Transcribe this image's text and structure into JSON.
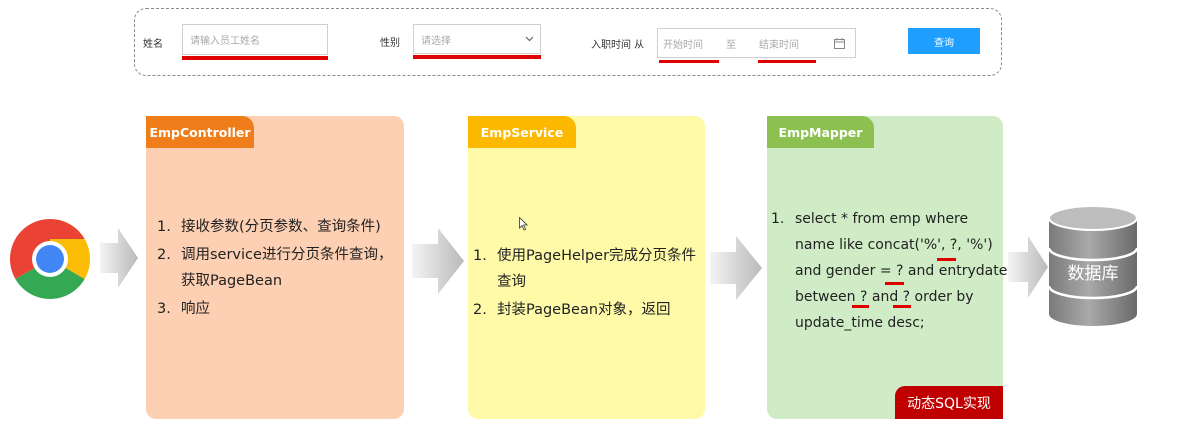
{
  "form": {
    "name_label": "姓名",
    "name_placeholder": "请输入员工姓名",
    "gender_label": "性别",
    "gender_placeholder": "请选择",
    "date_label": "入职时间 从",
    "start_placeholder": "开始时间",
    "range_sep": "至",
    "end_placeholder": "结束时间",
    "query_button": "查询"
  },
  "controller": {
    "title": "EmpController",
    "steps": [
      {
        "n": "1.",
        "t": "接收参数(分页参数、查询条件)"
      },
      {
        "n": "2.",
        "t": "调用service进行分页条件查询，获取PageBean"
      },
      {
        "n": "3.",
        "t": "响应"
      }
    ]
  },
  "service": {
    "title": "EmpService",
    "steps": [
      {
        "n": "1.",
        "t": "使用PageHelper完成分页条件查询"
      },
      {
        "n": "2.",
        "t": "封装PageBean对象，返回"
      }
    ]
  },
  "mapper": {
    "title": "EmpMapper",
    "num": "1.",
    "sql_lines": [
      "select * from emp where",
      "name like concat('%', ?, '%')",
      "and gender = ? and entrydate",
      "between ? and ?  order by",
      "update_time desc;"
    ],
    "badge": "动态SQL实现"
  },
  "database": {
    "label": "数据库"
  },
  "colors": {
    "controller_bg": "#fdd0b3",
    "controller_tag": "#ee7d1a",
    "service_bg": "#fefaa8",
    "service_tag": "#fcb900",
    "mapper_bg": "#cfecc6",
    "mapper_tag": "#8cc152",
    "highlight_red": "#e10000",
    "button_blue": "#1e9fff"
  }
}
